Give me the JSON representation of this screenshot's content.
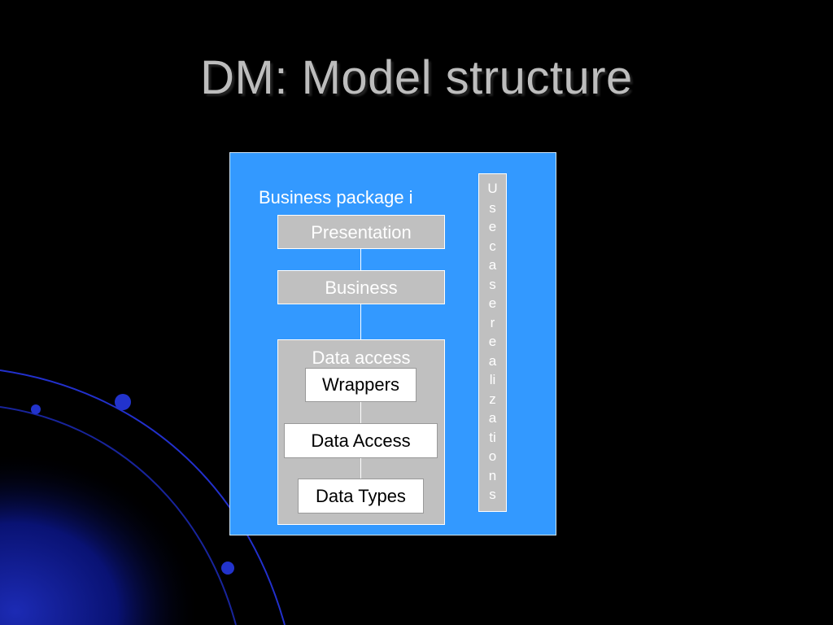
{
  "slide": {
    "title": "DM: Model structure"
  },
  "diagram": {
    "package_label": "Business package i",
    "layers": {
      "presentation": "Presentation",
      "business": "Business",
      "data_access": "Data access"
    },
    "data_access_components": {
      "wrappers": "Wrappers",
      "data_access": "Data Access",
      "data_types": "Data Types"
    },
    "usecase_vertical_letters": [
      "U",
      "s",
      "e",
      "c",
      "a",
      "s",
      "e",
      "r",
      "e",
      "a",
      "li",
      "z",
      "a",
      "ti",
      "o",
      "n",
      "s"
    ]
  },
  "colors": {
    "background": "#000000",
    "panel": "#3399ff",
    "layer_box": "#c0c0c0",
    "title": "#bdbdbd"
  }
}
